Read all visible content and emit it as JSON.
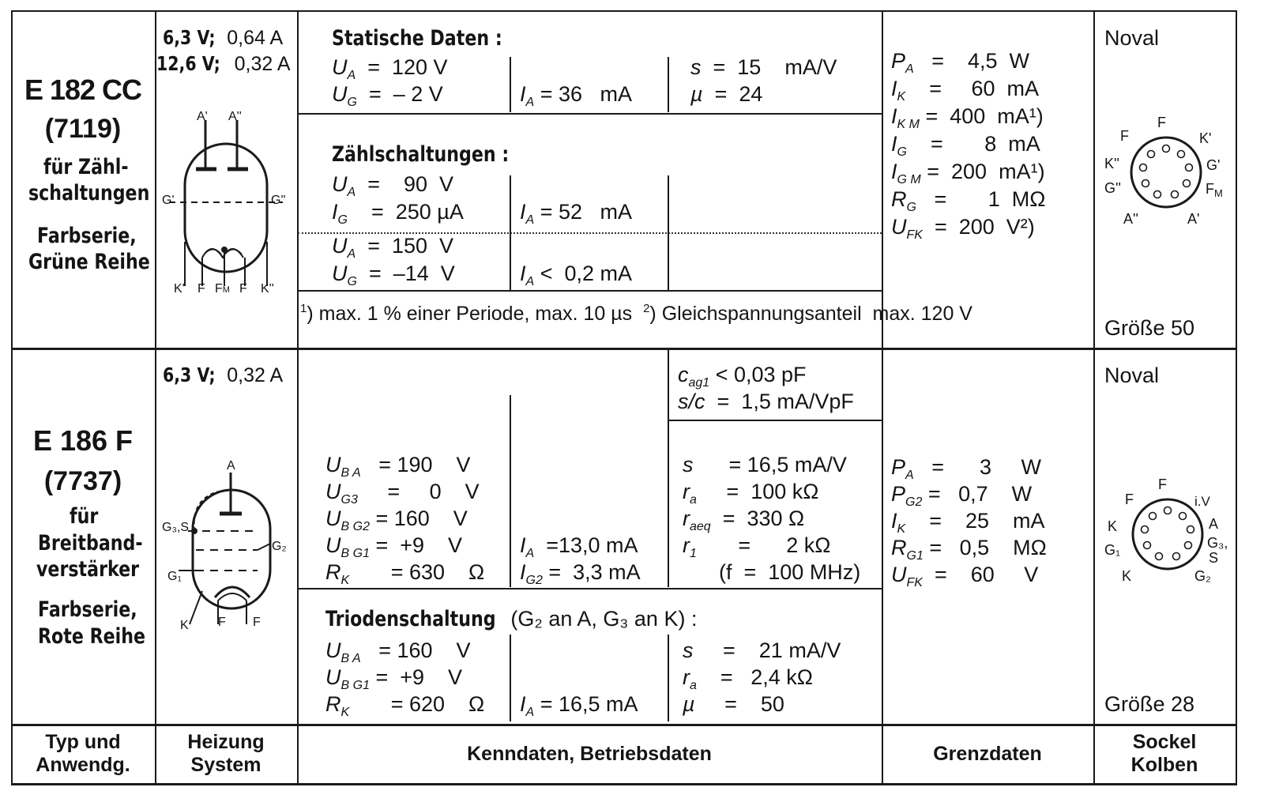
{
  "tubes": [
    {
      "type": "E 182 CC",
      "code": "(7119)",
      "app_lines": [
        "für Zähl-",
        "schaltungen"
      ],
      "series_lines": [
        "Farbserie,",
        "Grüne Reihe"
      ],
      "heating": [
        {
          "v": "6,3 V;",
          "a": "0,64 A"
        },
        {
          "v": "12,6 V;",
          "a": "0,32 A"
        }
      ],
      "sym_labels": {
        "a1": "A'",
        "a2": "A''",
        "g1": "G'",
        "g2": "G''",
        "k1": "K'",
        "f1": "F",
        "fm": "F",
        "fm_sub": "M",
        "f2": "F",
        "k2": "K''"
      },
      "static_title": "Statische Daten :",
      "static_ua": "=  120 V",
      "static_ug": "=  – 2 V",
      "static_ia": "= 36   mA",
      "static_s": "=  15    mA/V",
      "static_mu": "=  24",
      "count_title": "Zählschaltungen :",
      "count1_ua": "=    90  V",
      "count1_ig": "=  250 µA",
      "count1_ia": "= 52   mA",
      "count2_ua": "=  150  V",
      "count2_ug": "=  –14  V",
      "count2_ia": "<  0,2 mA",
      "footnote1": "max. 1 % einer Periode, max. 10 µs",
      "footnote2": "Gleichspannungsanteil  max. 120 V",
      "limits": [
        {
          "sym": "P",
          "sub": "A",
          "val": "=    4,5  W"
        },
        {
          "sym": "I",
          "sub": "K",
          "val": "=     60  mA"
        },
        {
          "sym": "I",
          "sub": "K M",
          "val": "=  400  mA¹)"
        },
        {
          "sym": "I",
          "sub": "G",
          "val": "=       8  mA"
        },
        {
          "sym": "I",
          "sub": "G M",
          "val": "=  200  mA¹)"
        },
        {
          "sym": "R",
          "sub": "G",
          "val": "=       1  MΩ"
        },
        {
          "sym": "U",
          "sub": "FK",
          "val": "=  200  V²)"
        }
      ],
      "socket": "Noval",
      "size": "Größe 50",
      "pins": {
        "top": "F",
        "tr": "K'",
        "r": "G'",
        "r2": "F",
        "r2_sub": "M",
        "br": "A'",
        "bl": "A''",
        "l2": "G''",
        "l": "K''",
        "tl": "F"
      }
    },
    {
      "type": "E 186 F",
      "code": "(7737)",
      "app_lines": [
        "für",
        "Breitband-",
        "verstärker"
      ],
      "series_lines": [
        "Farbserie,",
        "Rote Reihe"
      ],
      "heating": [
        {
          "v": "6,3 V;",
          "a": "0,32 A"
        }
      ],
      "sym_labels": {
        "a": "A",
        "g3": "G₃,S",
        "g2": "G₂",
        "g1": "G₁",
        "k": "K",
        "f1": "F",
        "f2": "F"
      },
      "cap1": "< 0,03 pF",
      "cap2": "=  1,5 mA/VpF",
      "op": [
        {
          "sym": "U",
          "sub": "B A",
          "val": "= 190    V"
        },
        {
          "sym": "U",
          "sub": "G3",
          "val": "=     0    V"
        },
        {
          "sym": "U",
          "sub": "B G2",
          "val": "= 160    V"
        },
        {
          "sym": "U",
          "sub": "B G1",
          "val": "=  +9    V"
        },
        {
          "sym": "R",
          "sub": "K",
          "val": "= 630    Ω"
        }
      ],
      "op_ia": "=13,0 mA",
      "op_ig2": "=  3,3 mA",
      "op_right": [
        {
          "sym": "s",
          "sub": "",
          "val": "= 16,5 mA/V"
        },
        {
          "sym": "r",
          "sub": "a",
          "val": "=  100 kΩ"
        },
        {
          "sym": "r",
          "sub": "aeq",
          "val": "=  330 Ω"
        },
        {
          "sym": "r",
          "sub": "1",
          "val": "=      2 kΩ"
        }
      ],
      "op_freq": "(f  =  100 MHz)",
      "triode_title": "Triodenschaltung",
      "triode_note": " (G₂ an A, G₃ an K) :",
      "tri": [
        {
          "sym": "U",
          "sub": "B A",
          "val": "= 160    V"
        },
        {
          "sym": "U",
          "sub": "B G1",
          "val": "=  +9    V"
        },
        {
          "sym": "R",
          "sub": "K",
          "val": "= 620    Ω"
        }
      ],
      "tri_ia": "= 16,5 mA",
      "tri_right": [
        {
          "sym": "s",
          "sub": "",
          "val": "=    21 mA/V"
        },
        {
          "sym": "r",
          "sub": "a",
          "val": "=   2,4 kΩ"
        },
        {
          "sym": "µ",
          "sub": "",
          "val": "=    50"
        }
      ],
      "limits": [
        {
          "sym": "P",
          "sub": "A",
          "val": "=      3     W"
        },
        {
          "sym": "P",
          "sub": "G2",
          "val": "=   0,7    W"
        },
        {
          "sym": "I",
          "sub": "K",
          "val": "=    25    mA"
        },
        {
          "sym": "R",
          "sub": "G1",
          "val": "=   0,5    MΩ"
        },
        {
          "sym": "U",
          "sub": "FK",
          "val": "=    60     V"
        }
      ],
      "socket": "Noval",
      "size": "Größe 28",
      "pins": {
        "top": "F",
        "tr": "i.V",
        "r": "A",
        "r2": "G₃,",
        "r3": "S",
        "br": "G₂",
        "bl": "K",
        "l2": "G₁",
        "l": "K",
        "tl": "F"
      }
    }
  ],
  "footer": {
    "col1": [
      "Typ und",
      "Anwendg."
    ],
    "col2": [
      "Heizung",
      "System"
    ],
    "col3": "Kenndaten, Betriebsdaten",
    "col4": "Grenzdaten",
    "col5": [
      "Sockel",
      "Kolben"
    ]
  }
}
